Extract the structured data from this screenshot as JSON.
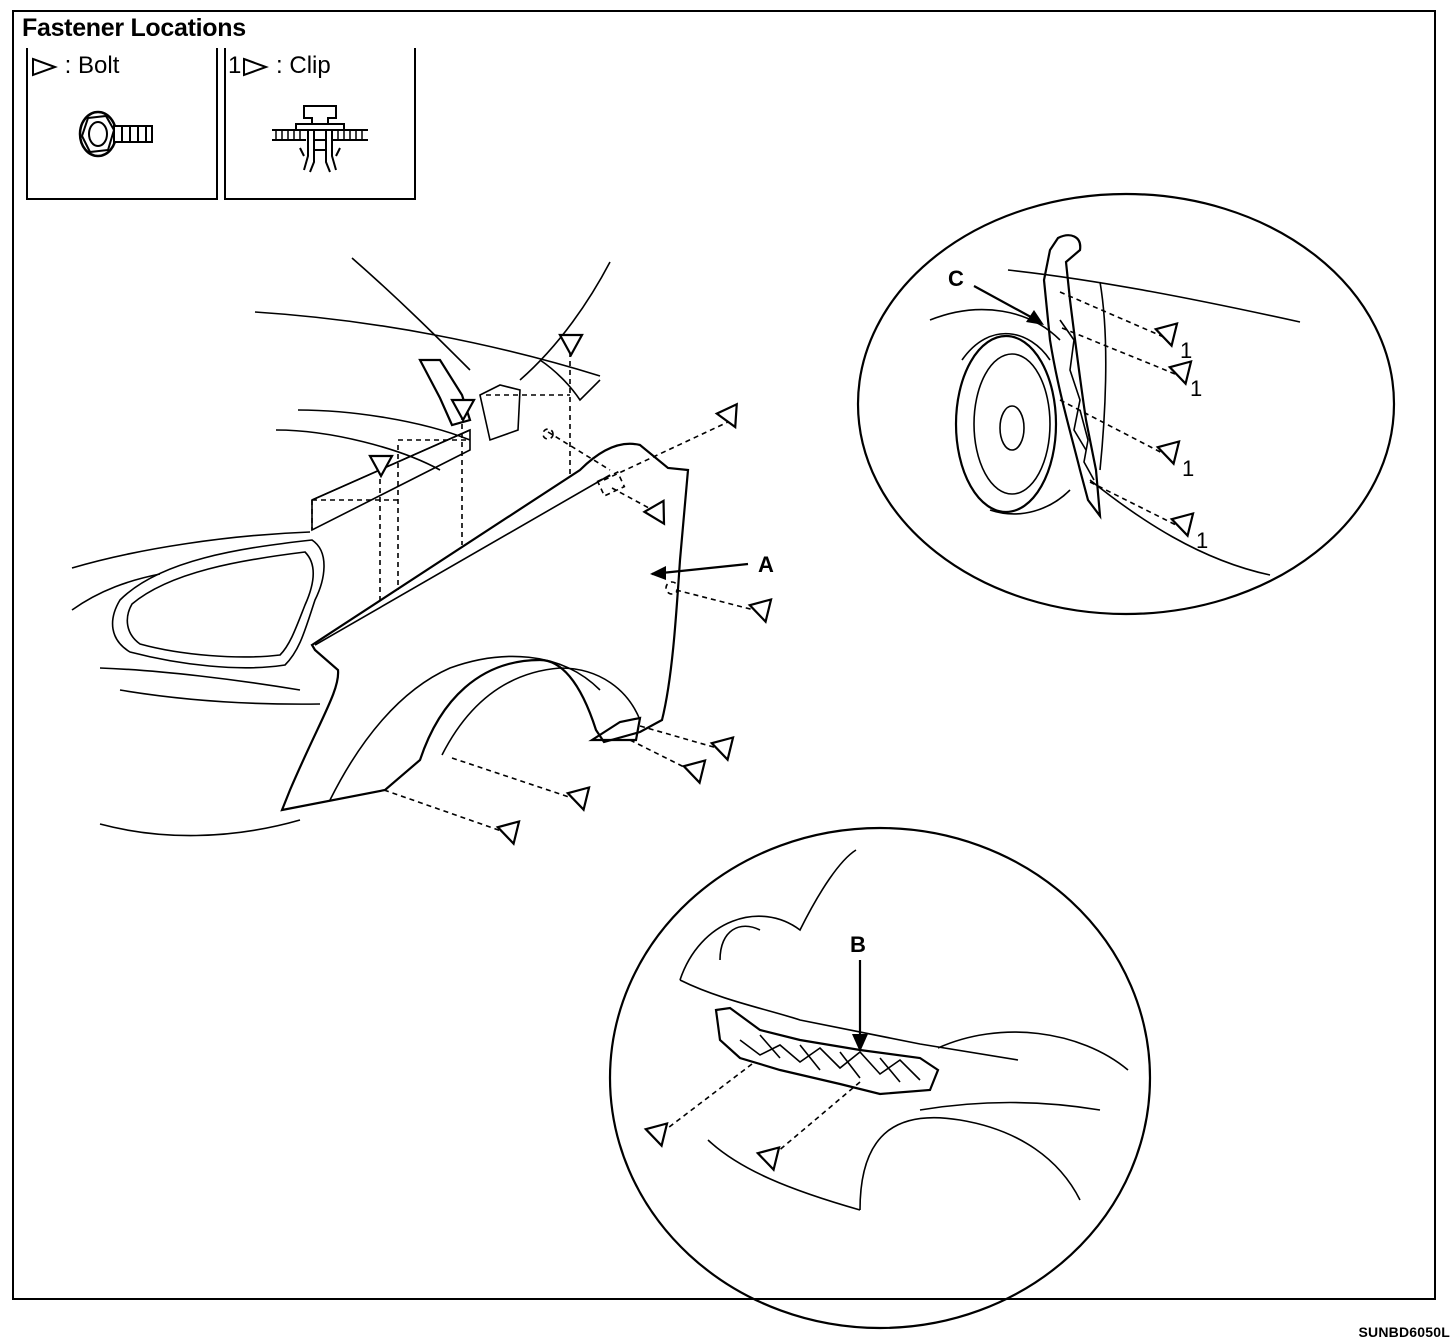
{
  "title": "Fastener Locations",
  "legend": {
    "bolt": {
      "prefix": "",
      "separator": ":",
      "name": "Bolt",
      "icon": "bolt-icon"
    },
    "clip": {
      "prefix": "1",
      "separator": ":",
      "name": "Clip",
      "icon": "clip-icon"
    }
  },
  "callouts": {
    "a": "A",
    "b": "B",
    "c": "C"
  },
  "clip_marker_number": "1",
  "figure_code": "SUNBD6050L"
}
